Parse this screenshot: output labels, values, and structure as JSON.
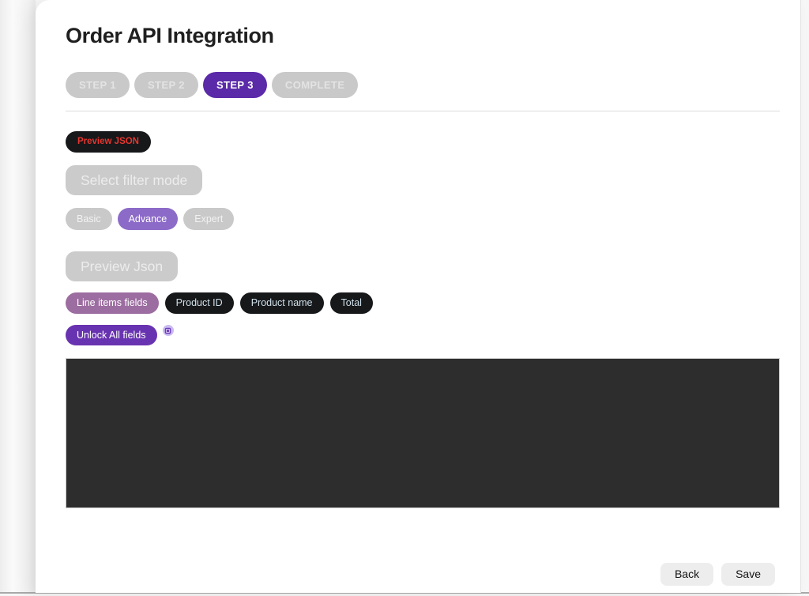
{
  "page": {
    "title": "Order API Integration"
  },
  "stepper": {
    "steps": [
      {
        "label": "STEP 1",
        "state": "inactive"
      },
      {
        "label": "STEP 2",
        "state": "inactive"
      },
      {
        "label": "STEP 3",
        "state": "active"
      },
      {
        "label": "COMPLETE",
        "state": "inactive"
      }
    ]
  },
  "chips": {
    "preview_json": "Preview JSON"
  },
  "filter_mode": {
    "label": "Select filter mode",
    "options": [
      {
        "label": "Basic",
        "selected": false
      },
      {
        "label": "Advance",
        "selected": true
      },
      {
        "label": "Expert",
        "selected": false
      }
    ]
  },
  "preview": {
    "button_label": "Preview Json"
  },
  "fields": {
    "group_label": "Line items fields",
    "items": [
      {
        "label": "Product ID"
      },
      {
        "label": "Product name"
      },
      {
        "label": "Total"
      }
    ],
    "unlock_label": "Unlock All fields"
  },
  "code_preview": {
    "content": ""
  },
  "footer": {
    "back_label": "Back",
    "save_label": "Save"
  },
  "icons": {
    "unlock_badge": "lock-badge-icon"
  },
  "colors": {
    "step_active": "#5b2aa9",
    "mode_selected": "#8c6bc8",
    "unlock_pill": "#6833b0",
    "group_pill": "#9c6da0",
    "chip_bg": "#17181a",
    "chip_text": "#e5362f",
    "field_pill_text": "#cfe0ea",
    "code_bg": "#2d2d2d"
  }
}
